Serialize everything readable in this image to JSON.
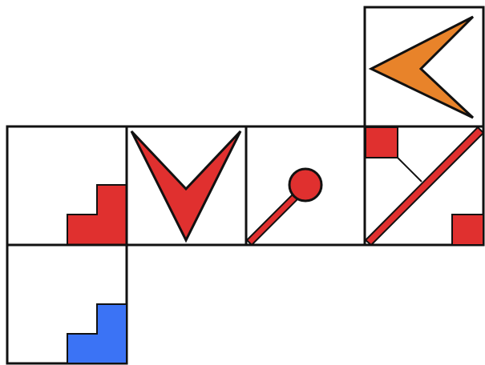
{
  "colors": {
    "background": "#ffffff",
    "outline": "#111111",
    "red": "#e0302f",
    "blue": "#3b73f5",
    "orange": "#e8832a"
  },
  "net": {
    "faces": [
      {
        "id": "top-right",
        "symbol": "orange-chevron-pointing-left"
      },
      {
        "id": "row-1",
        "symbol": "red-step-bottom-right"
      },
      {
        "id": "row-2",
        "symbol": "red-chevron-pointing-down"
      },
      {
        "id": "row-3",
        "symbol": "red-lollipop-diagonal"
      },
      {
        "id": "row-4",
        "symbol": "red-diagonal-band-with-two-squares"
      },
      {
        "id": "bottom-left",
        "symbol": "blue-step-bottom-right"
      }
    ]
  }
}
